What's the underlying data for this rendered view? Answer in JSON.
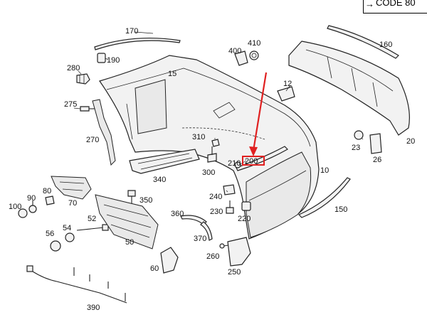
{
  "header": {
    "code_label": "CODE 80"
  },
  "labels": {
    "p170": "170",
    "p190": "190",
    "p400": "400",
    "p410": "410",
    "p160": "160",
    "p280": "280",
    "p15": "15",
    "p12": "12",
    "p275": "275",
    "p270": "270",
    "p310": "310",
    "p23": "23",
    "p26": "26",
    "p20": "20",
    "p300": "300",
    "p210": "210",
    "p200": "200",
    "p340": "340",
    "p10": "10",
    "p90": "90",
    "p80": "80",
    "p100": "100",
    "p70": "70",
    "p350": "350",
    "p240": "240",
    "p230": "230",
    "p220": "220",
    "p150": "150",
    "p52": "52",
    "p54": "54",
    "p56": "56",
    "p50": "50",
    "p360": "360",
    "p370": "370",
    "p260": "260",
    "p60": "60",
    "p250": "250",
    "p390": "390"
  },
  "highlight": {
    "part": "200",
    "color": "#e02020"
  }
}
